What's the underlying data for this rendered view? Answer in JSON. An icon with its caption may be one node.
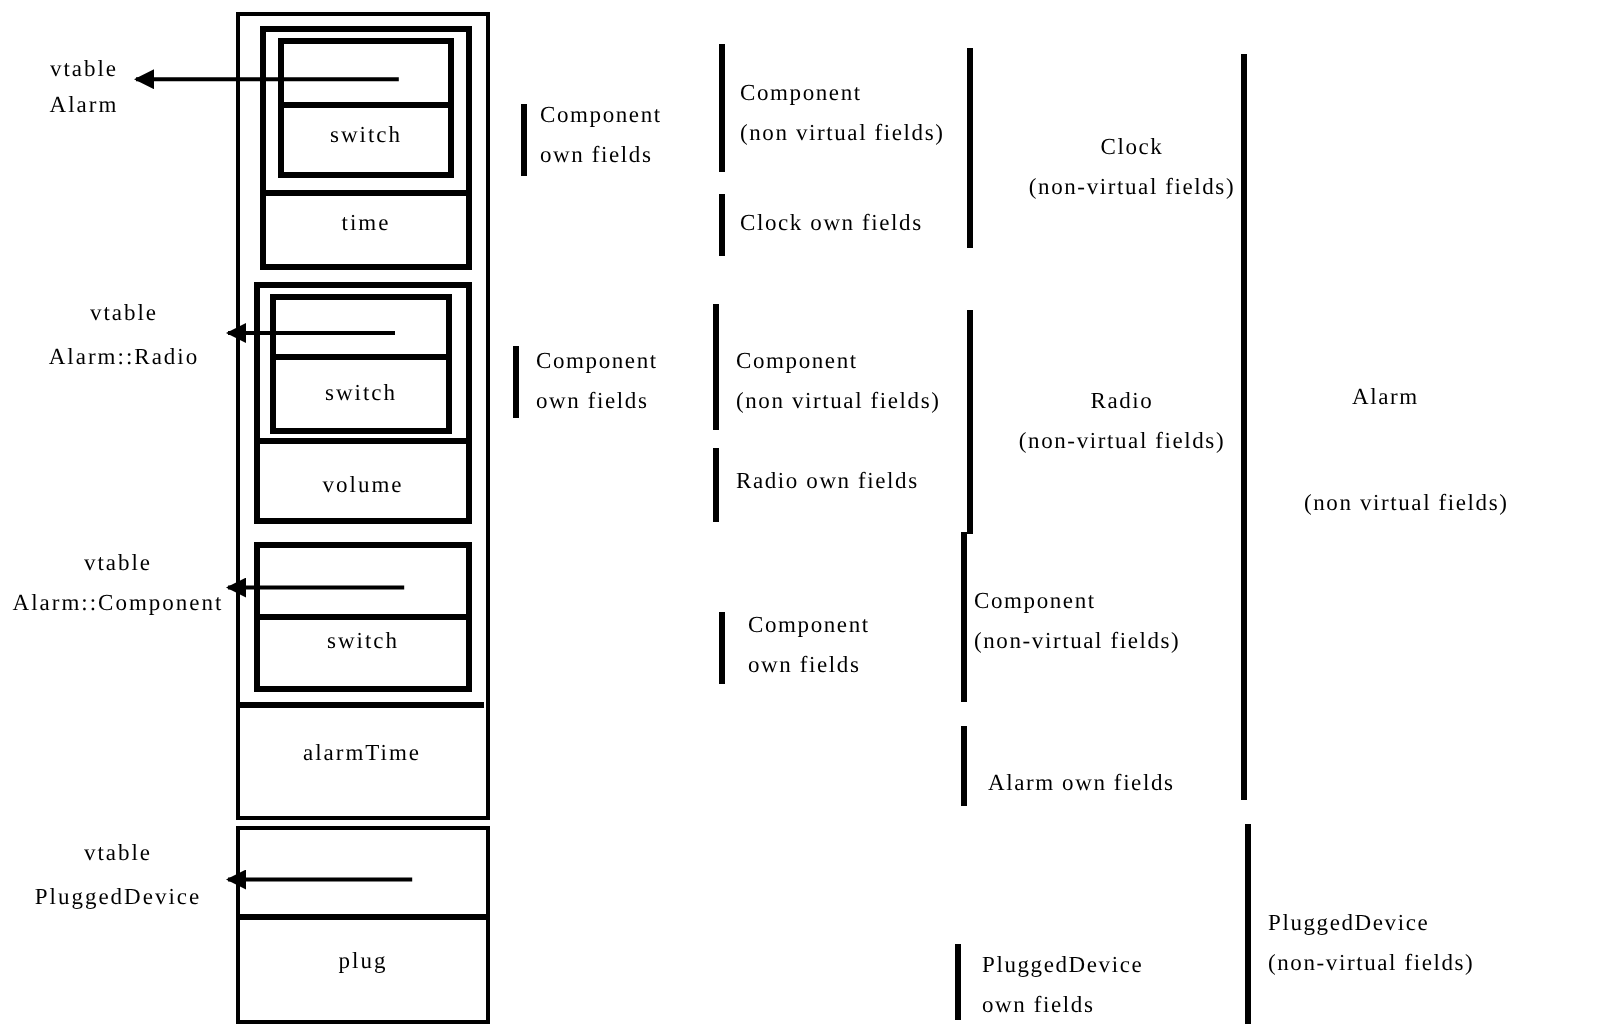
{
  "diagram": {
    "nodes": [
      {
        "text": [],
        "shape": "box"
      },
      {
        "text": [],
        "shape": "box",
        "in": 0
      },
      {
        "text": [],
        "shape": "box",
        "in": 1
      },
      {
        "text": [],
        "shape": "box",
        "in": 2
      },
      {
        "text": [
          "switch"
        ],
        "in": 2
      },
      {
        "text": [
          "time"
        ],
        "in": 1
      },
      {
        "text": [],
        "shape": "box",
        "in": 0
      },
      {
        "text": [],
        "shape": "box",
        "in": 6
      },
      {
        "text": [],
        "shape": "box",
        "in": 7
      },
      {
        "text": [
          "switch"
        ],
        "in": 7
      },
      {
        "text": [
          "volume"
        ],
        "in": 6
      },
      {
        "text": [],
        "shape": "box",
        "in": 0
      },
      {
        "text": [],
        "shape": "box",
        "in": 11
      },
      {
        "text": [
          "switch"
        ],
        "in": 11
      },
      {
        "text": [
          "alarmTime"
        ],
        "in": 0
      },
      {
        "text": [],
        "shape": "box"
      },
      {
        "text": [],
        "shape": "box",
        "in": 15
      },
      {
        "text": [
          "plug"
        ],
        "in": 15
      },
      {
        "text": [
          "vtable",
          "Alarm"
        ]
      },
      {
        "text": [
          "vtable",
          "Alarm::Radio"
        ]
      },
      {
        "text": [
          "vtable",
          "Alarm::Component"
        ]
      },
      {
        "text": [
          "vtable",
          "PluggedDevice"
        ]
      }
    ],
    "edges": [
      {
        "from": 3,
        "to": 18,
        "arrow": "to"
      },
      {
        "from": 8,
        "to": 19,
        "arrow": "to"
      },
      {
        "from": 12,
        "to": 20,
        "arrow": "to"
      },
      {
        "from": 16,
        "to": 21,
        "arrow": "to"
      }
    ],
    "labels": [
      "Component own fields",
      "Component (non virtual fields)",
      "Clock own fields",
      "Clock (non-virtual fields)",
      "Component own fields",
      "Component (non virtual fields)",
      "Radio own fields",
      "Radio (non-virtual fields)",
      "Alarm",
      "(non virtual fields)",
      "Component own fields",
      "Component (non-virtual fields)",
      "Alarm own fields",
      "PluggedDevice own fields",
      "PluggedDevice (non-virtual fields)"
    ]
  }
}
